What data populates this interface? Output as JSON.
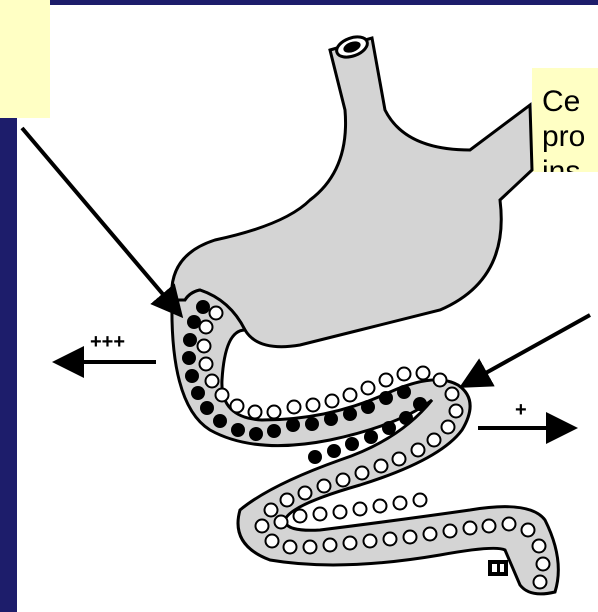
{
  "callout_right": {
    "line1": "Ce",
    "line2": "pro",
    "line3": "ins"
  },
  "signs": {
    "left": "+++",
    "right": "+"
  },
  "colors": {
    "slide_border": "#1d1d6b",
    "callout_fill": "#ffffc4",
    "organ_fill": "#d4d4d4",
    "cell_dense": "#000000",
    "cell_sparse": "#ffffff"
  },
  "icons": [
    "gut-illustration",
    "arrow-left",
    "arrow-right",
    "logo-mark"
  ]
}
